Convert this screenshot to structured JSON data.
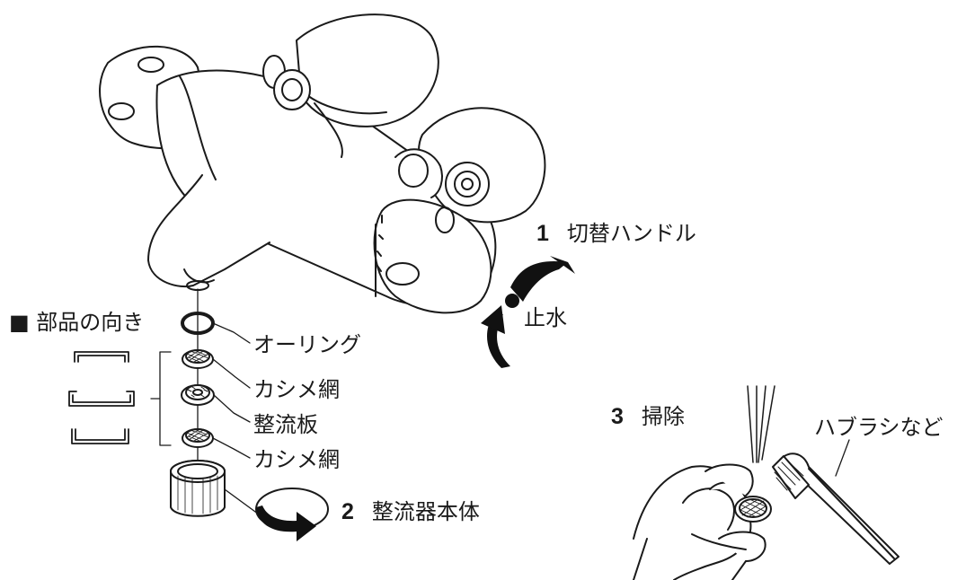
{
  "labels": {
    "step1_number": "1",
    "step1_text": "切替ハンドル",
    "stop_water": "止水",
    "parts_orientation": "■ 部品の向き",
    "o_ring": "オーリング",
    "crimp_mesh_top": "カシメ網",
    "flow_plate": "整流板",
    "crimp_mesh_bottom": "カシメ網",
    "step2_number": "2",
    "step2_text": "整流器本体",
    "step3_number": "3",
    "step3_text": "掃除",
    "toothbrush": "ハブラシなど"
  },
  "colors": {
    "line": "#1a1a1a",
    "fill": "#ffffff",
    "arrow": "#111111"
  }
}
